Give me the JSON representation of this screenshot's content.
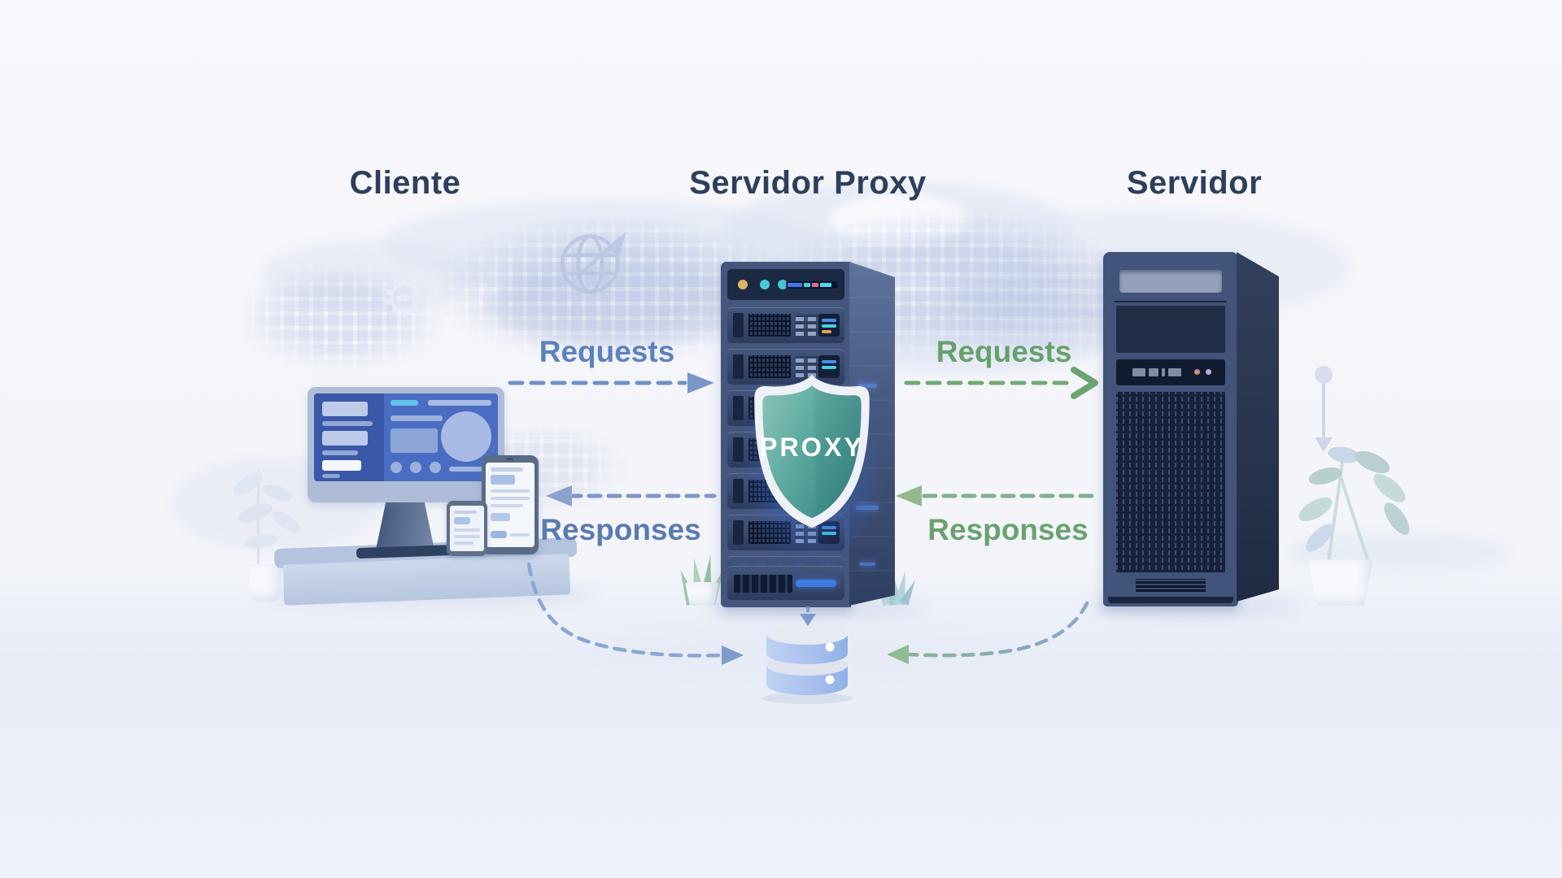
{
  "labels": {
    "client": "Cliente",
    "proxy": "Servidor Proxy",
    "server": "Servidor",
    "shield": "PROXY",
    "requests_client_proxy": "Requests",
    "requests_proxy_server": "Requests",
    "responses_proxy_client": "Responses",
    "responses_server_proxy": "Responses"
  },
  "icons": {
    "globe": "globe-icon",
    "gear": "gear-icon",
    "shield": "proxy-shield-icon",
    "database": "database-icon",
    "client_devices": "desktop-tablet-phone-illustration",
    "proxy_rack": "server-rack-illustration",
    "server_tower": "server-tower-illustration",
    "gear_glyph": "⚙"
  },
  "colors": {
    "background": "#f4f5fa",
    "title_text": "#2e3f5c",
    "requests_blue": "#5d81bd",
    "requests_green": "#67a06c",
    "responses_blue": "#5a7ab2",
    "responses_green": "#6ba26f",
    "arrow_blue": "#7390c4",
    "arrow_green": "#74a878",
    "shield_teal_light": "#79bcae",
    "shield_teal_dark": "#3e8d89",
    "rack_navy": "#2b3a58",
    "database_blue": "#a9c3ec"
  }
}
